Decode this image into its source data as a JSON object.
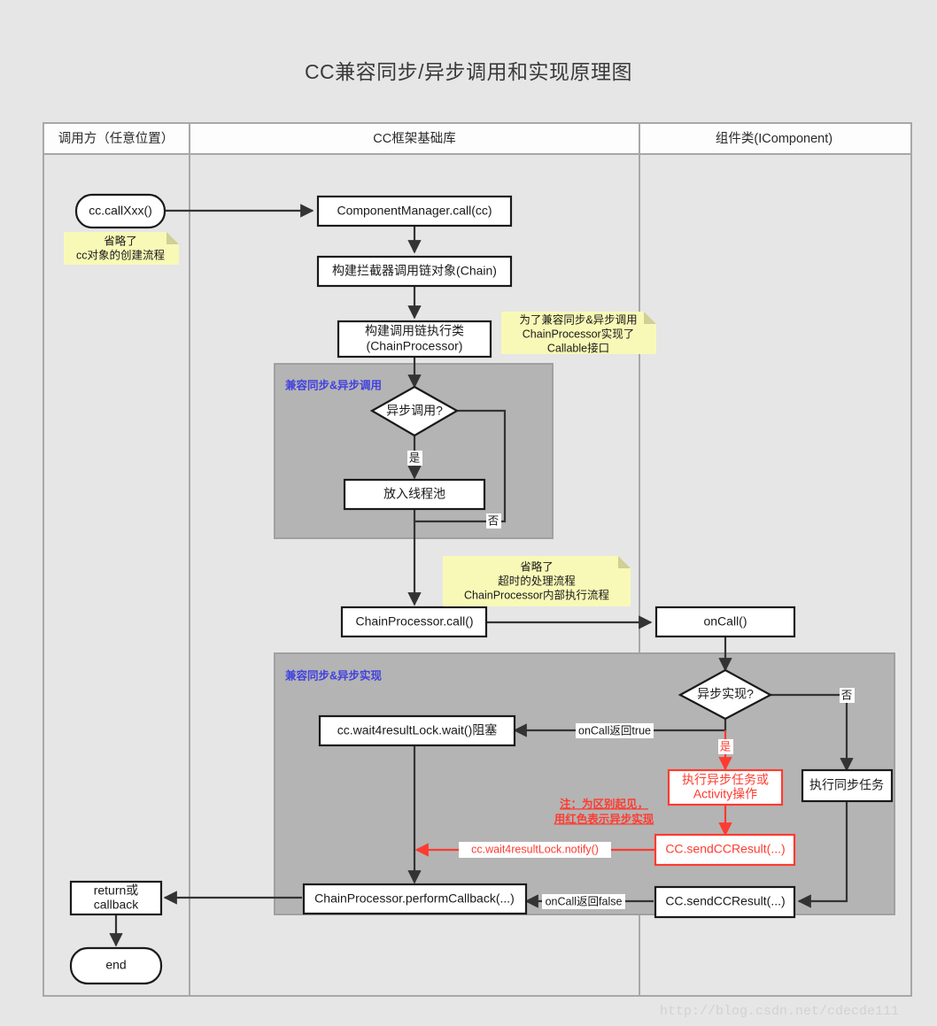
{
  "title": "CC兼容同步/异步调用和实现原理图",
  "watermark": "http://blog.csdn.net/cdecde111",
  "lanes": [
    {
      "id": "caller",
      "label": "调用方（任意位置）"
    },
    {
      "id": "framework",
      "label": "CC框架基础库"
    },
    {
      "id": "component",
      "label": "组件类(IComponent)"
    }
  ],
  "groups": [
    {
      "id": "group-async-call",
      "label": "兼容同步&异步调用"
    },
    {
      "id": "group-async-impl",
      "label": "兼容同步&异步实现"
    }
  ],
  "nodes": {
    "start": "cc.callXxx()",
    "component_manager_call": "ComponentManager.call(cc)",
    "build_chain": "构建拦截器调用链对象(Chain)",
    "build_chain_processor_l1": "构建调用链执行类",
    "build_chain_processor_l2": "(ChainProcessor)",
    "decision_async_call": "异步调用?",
    "thread_pool": "放入线程池",
    "chain_processor_call": "ChainProcessor.call()",
    "on_call": "onCall()",
    "decision_async_impl": "异步实现?",
    "wait_block": "cc.wait4resultLock.wait()阻塞",
    "async_task_l1": "执行异步任务或",
    "async_task_l2": "Activity操作",
    "sync_task": "执行同步任务",
    "send_result_async": "CC.sendCCResult(...)",
    "send_result_sync": "CC.sendCCResult(...)",
    "perform_callback": "ChainProcessor.performCallback(...)",
    "return_callback_l1": "return或",
    "return_callback_l2": "callback",
    "end": "end"
  },
  "edge_labels": {
    "yes_async_call": "是",
    "no_async_call": "否",
    "yes_async_impl": "是",
    "no_async_impl": "否",
    "on_call_true": "onCall返回true",
    "on_call_false": "onCall返回false",
    "notify": "cc.wait4resultLock.notify()"
  },
  "notes": {
    "note_create_flow": [
      "省略了",
      "cc对象的创建流程"
    ],
    "note_callable": [
      "为了兼容同步&异步调用",
      "ChainProcessor实现了",
      "Callable接口"
    ],
    "note_timeout": [
      "省略了",
      "超时的处理流程",
      "ChainProcessor内部执行流程"
    ],
    "note_red_legend": [
      "注：为区别起见，",
      "用红色表示异步实现"
    ]
  },
  "colors": {
    "accent_red": "#ff3b30",
    "group_label_blue": "#4040e0",
    "group_fill": "#b4b4b4",
    "note_fill": "#f9f9b7",
    "canvas": "#e6e6e6"
  }
}
